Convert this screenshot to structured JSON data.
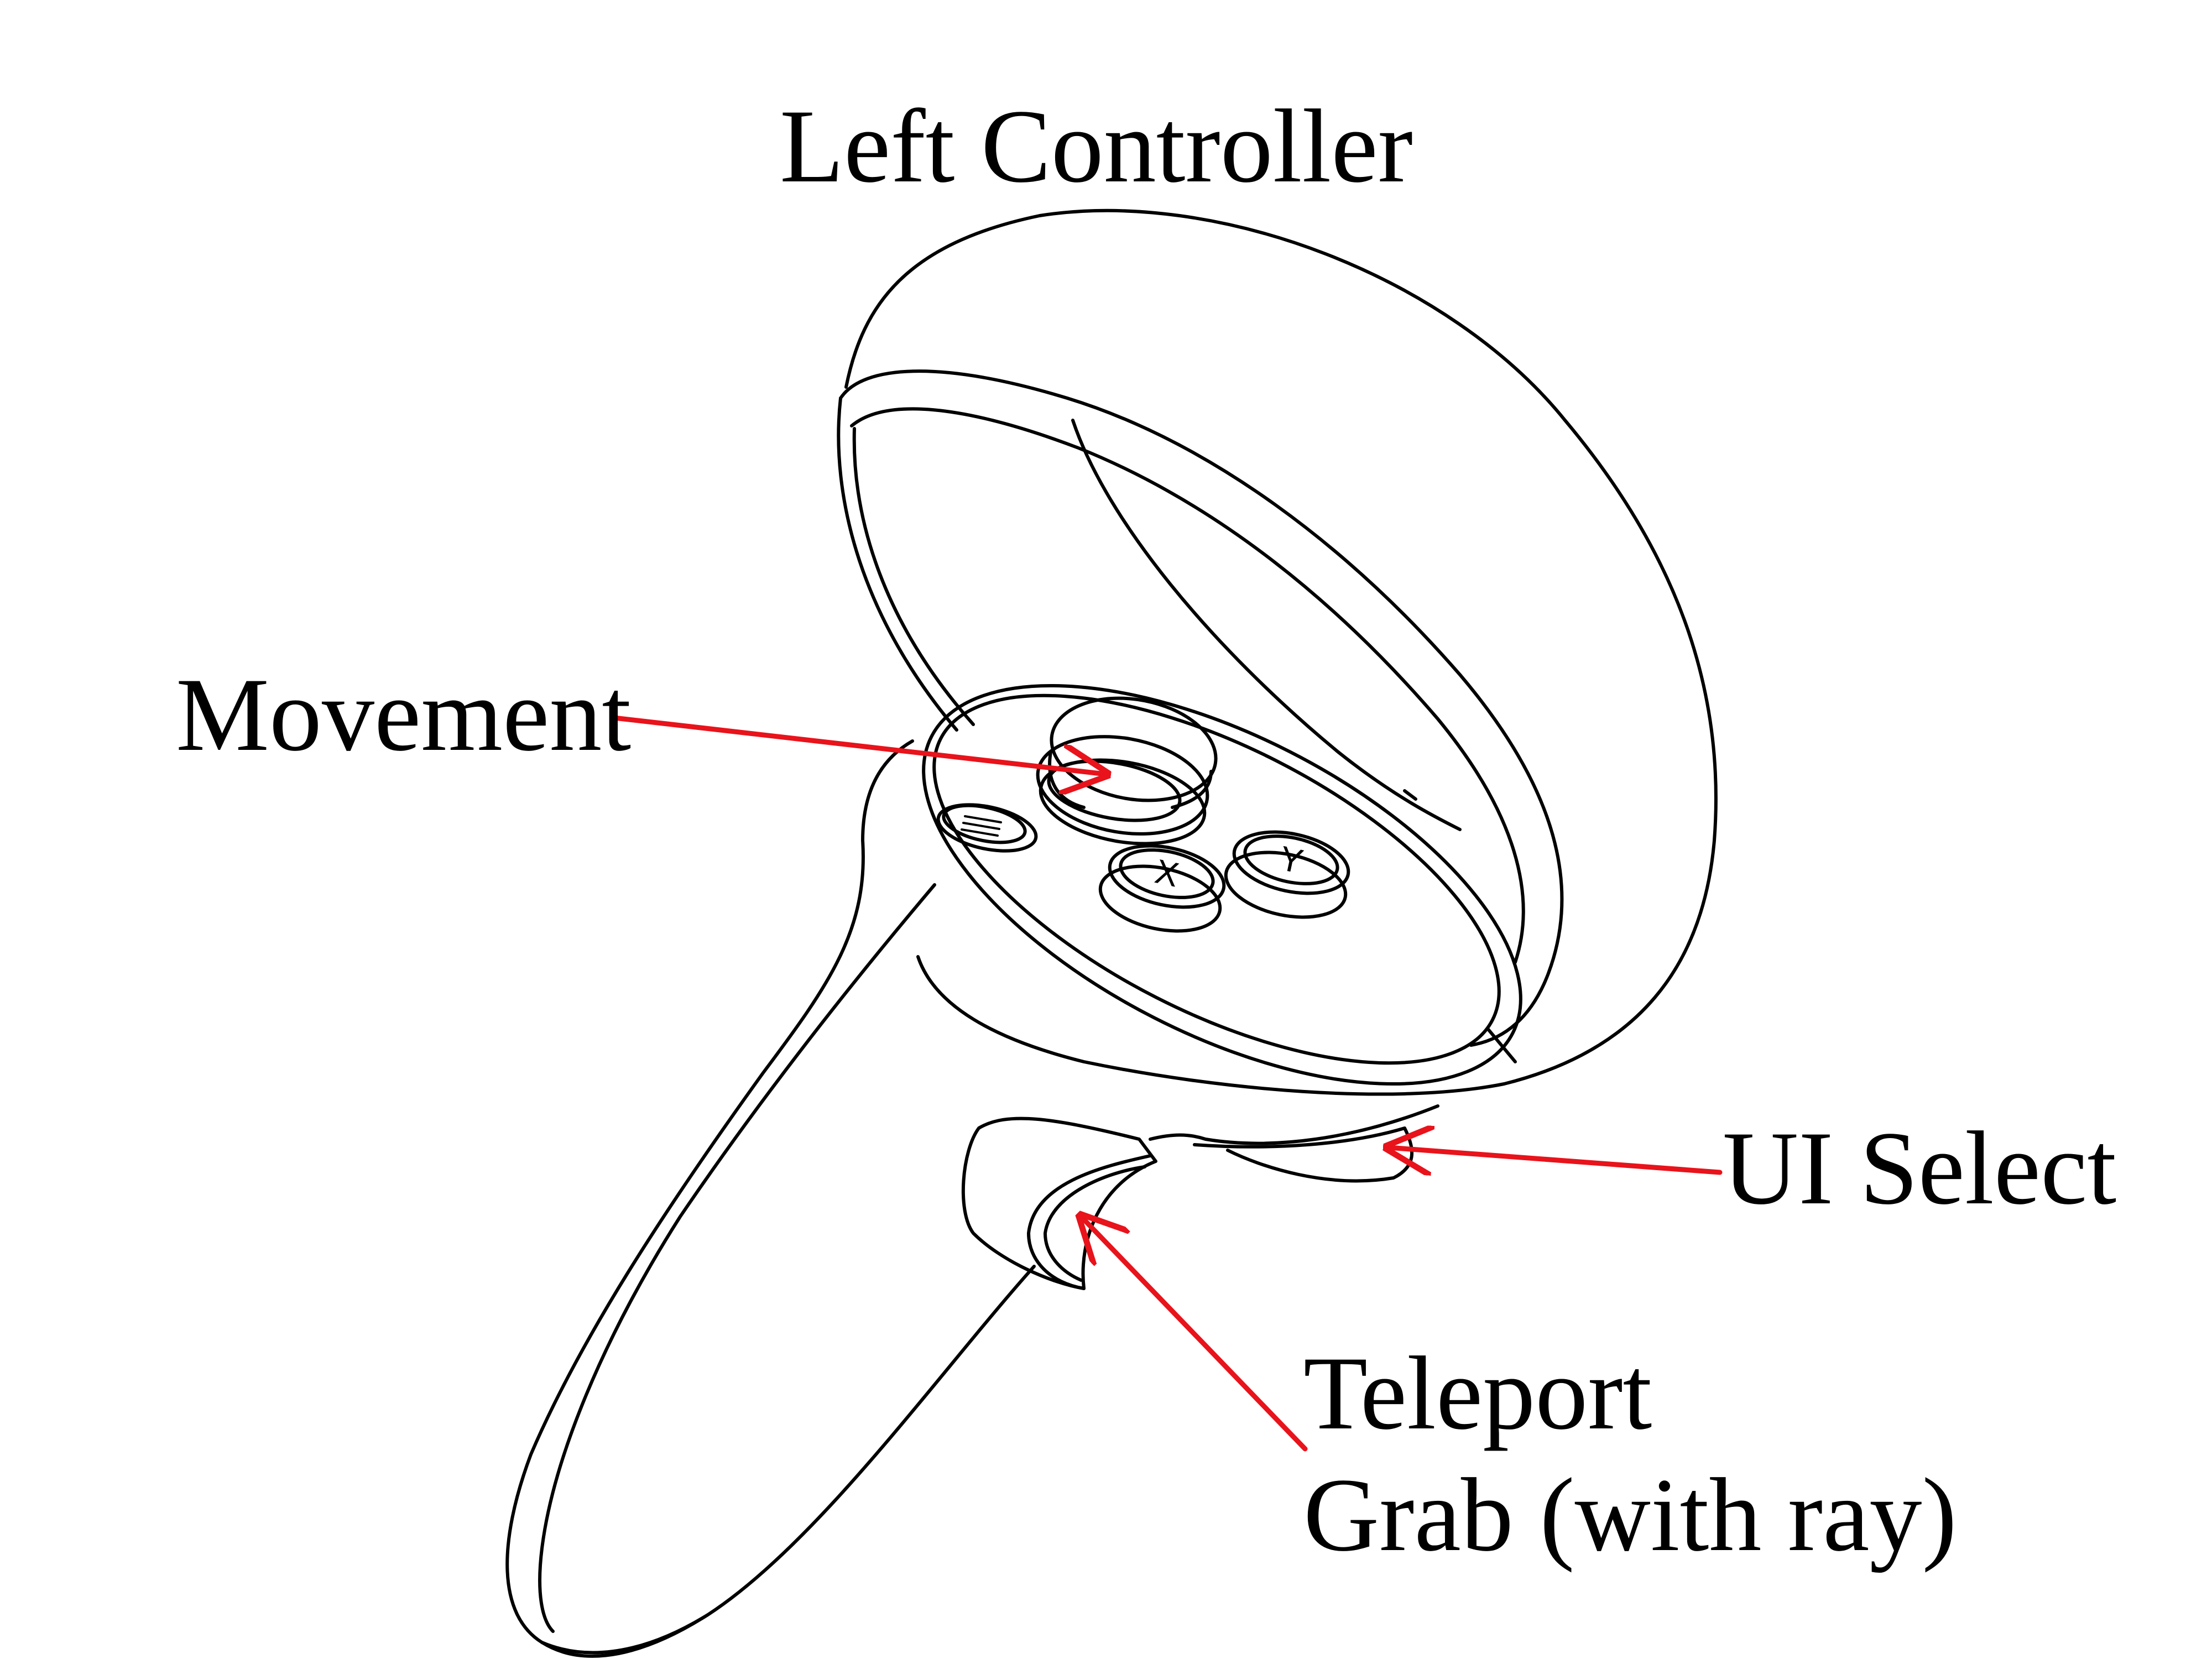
{
  "diagram": {
    "title": "Left Controller",
    "labels": {
      "movement": "Movement",
      "ui_select": "UI Select",
      "teleport": "Teleport",
      "grab": "Grab (with ray)"
    },
    "button_labels": {
      "x": "X",
      "y": "Y"
    },
    "colors": {
      "outline": "#000000",
      "arrow": "#e8131b",
      "background": "#ffffff"
    },
    "icons": [
      "menu-icon"
    ]
  }
}
